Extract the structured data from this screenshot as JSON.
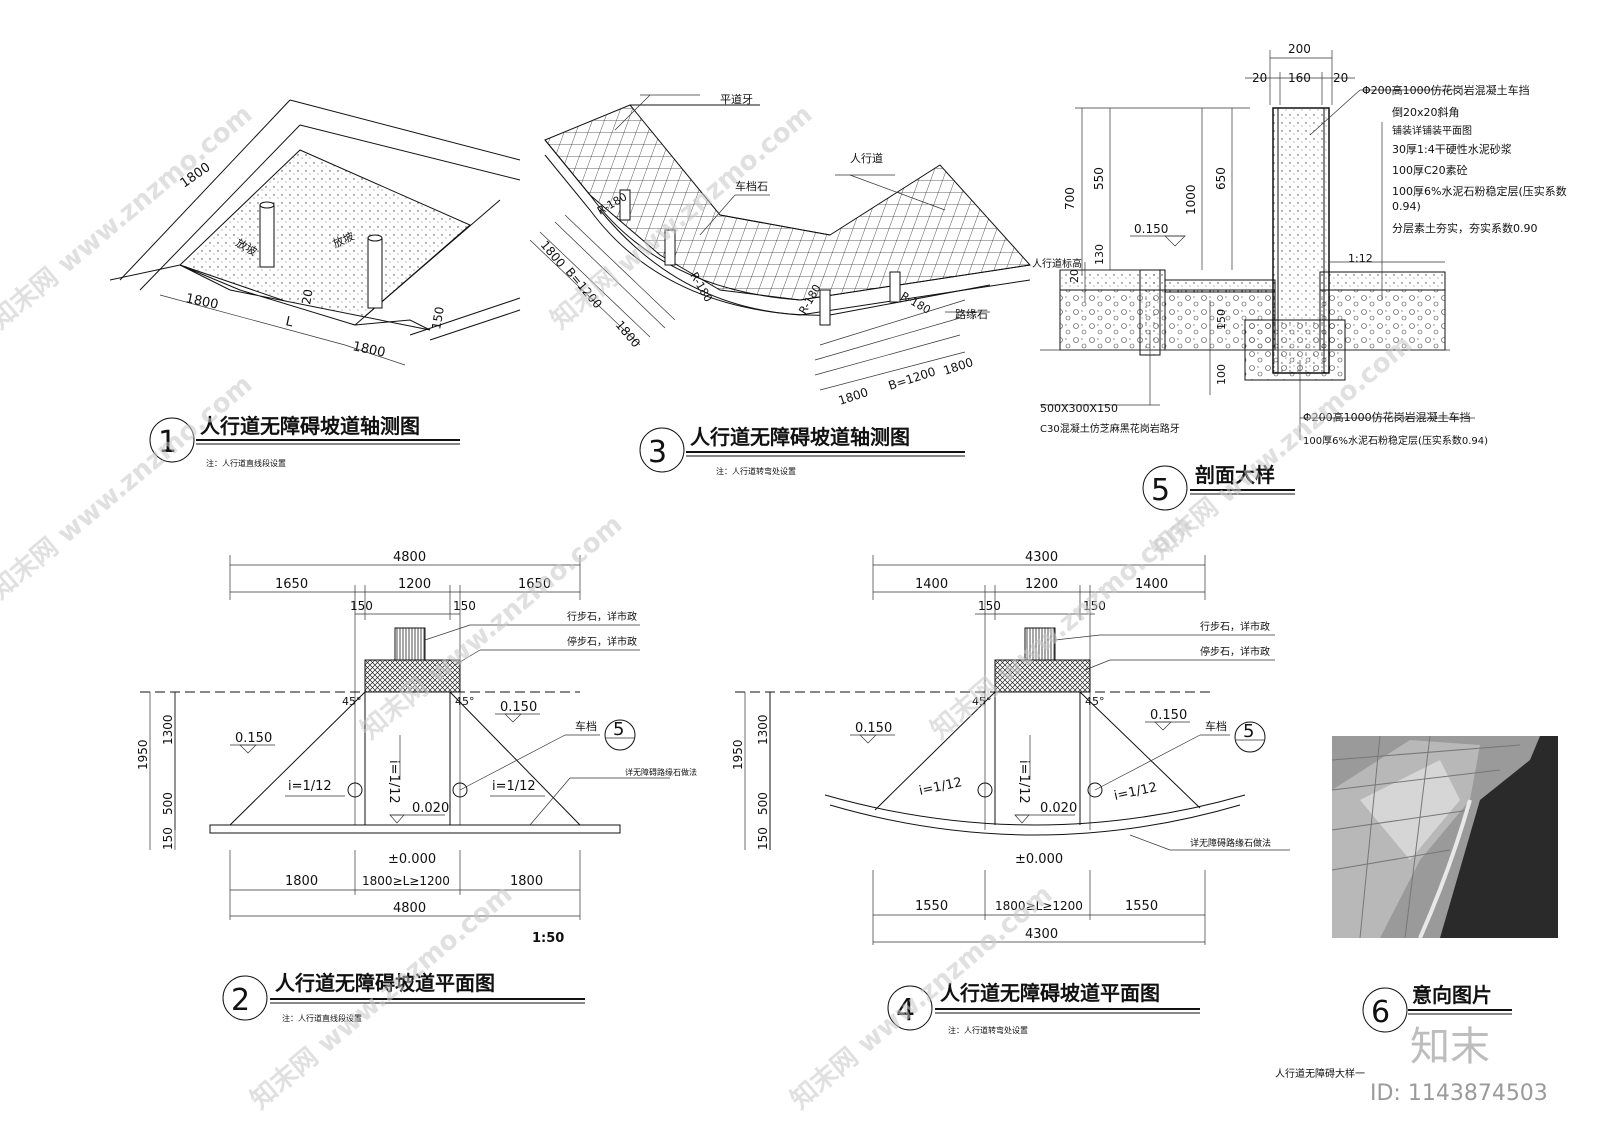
{
  "panel1": {
    "num": "1",
    "title": "人行道无障碍坡道轴测图",
    "note": "注：人行道直线段设置",
    "labels": {
      "dim_top": "1800",
      "dim_left": "1800",
      "dim_L": "L",
      "dim_right": "1800",
      "dim_20": "20",
      "dim_150": "150",
      "slope_a": "放坡",
      "slope_b": "放坡"
    }
  },
  "panel3": {
    "num": "3",
    "title": "人行道无障碍坡道轴测图",
    "note": "注：人行道转弯处设置",
    "labels": {
      "pingdaoya": "平道牙",
      "renxingdao": "人行道",
      "chedangshi": "车档石",
      "luyuanshi": "路缘石",
      "r1": "R-180",
      "r2": "R-180",
      "r3": "R-180",
      "r4": "R-180",
      "d1": "1800",
      "d2": "B=1200",
      "d3": "1800",
      "d4": "1800",
      "d5": "B=1200",
      "d6": "1800"
    }
  },
  "panel5": {
    "num": "5",
    "title": "剖面大样",
    "dims": {
      "w200": "200",
      "w20a": "20",
      "w160": "160",
      "w20b": "20",
      "h700": "700",
      "h550": "550",
      "h1000": "1000",
      "h650": "650",
      "h20": "20",
      "h130": "130",
      "h150": "150",
      "h100": "100",
      "el": "0.150",
      "slope": "1:12",
      "sidewalk": "人行道标高"
    },
    "callouts": [
      "Φ200高1000仿花岗岩混凝土车挡",
      "倒20x20斜角",
      "铺装详铺装平面图",
      "30厚1:4干硬性水泥砂浆",
      "100厚C20素砼",
      "100厚6%水泥石粉稳定层(压实系数",
      "0.94)",
      "分层素土夯实，夯实系数0.90"
    ],
    "bottom": [
      "500X300X150",
      "C30混凝土仿芝麻黑花岗岩路牙",
      "Φ200高1000仿花岗岩混凝土车挡",
      "100厚6%水泥石粉稳定层(压实系数0.94)"
    ]
  },
  "panel2": {
    "num": "2",
    "title": "人行道无障碍坡道平面图",
    "note": "注：人行道直线段设置",
    "scale": "1:50",
    "top_dims": [
      "4800",
      "1650",
      "1200",
      "1650",
      "150",
      "150"
    ],
    "bot_dims": [
      "1800",
      "1800≥L≥1200",
      "1800",
      "4800"
    ],
    "left_dims": [
      "1950",
      "1300",
      "500",
      "150"
    ],
    "els": [
      "0.150",
      "0.150",
      "0.020",
      "±0.000"
    ],
    "slopes": [
      "i=1/12",
      "i=1/12",
      "i=1/12"
    ],
    "angle": "45°",
    "callouts": [
      "行步石，详市政",
      "停步石，详市政",
      "车档",
      "详无障碍路缘石做法"
    ],
    "ref_num": "5"
  },
  "panel4": {
    "num": "4",
    "title": "人行道无障碍坡道平面图",
    "note": "注：人行道转弯处设置",
    "top_dims": [
      "4300",
      "1400",
      "1200",
      "1400",
      "150",
      "150"
    ],
    "bot_dims": [
      "1550",
      "1800≥L≥1200",
      "1550",
      "4300"
    ],
    "left_dims": [
      "1950",
      "1300",
      "500",
      "150"
    ],
    "els": [
      "0.150",
      "0.150",
      "0.020",
      "±0.000"
    ],
    "slopes": [
      "i=1/12",
      "i=1/12",
      "i=1/12"
    ],
    "angle": "45°",
    "callouts": [
      "行步石，详市政",
      "停步石，详市政",
      "车档",
      "详无障碍路缘石做法"
    ],
    "ref_num": "5"
  },
  "panel6": {
    "num": "6",
    "title": "意向图片"
  },
  "footer": {
    "sheet": "人行道无障碍大样一",
    "id": "ID: 1143874503",
    "logo": "知末"
  },
  "watermark": "知末网 www.znzmo.com"
}
